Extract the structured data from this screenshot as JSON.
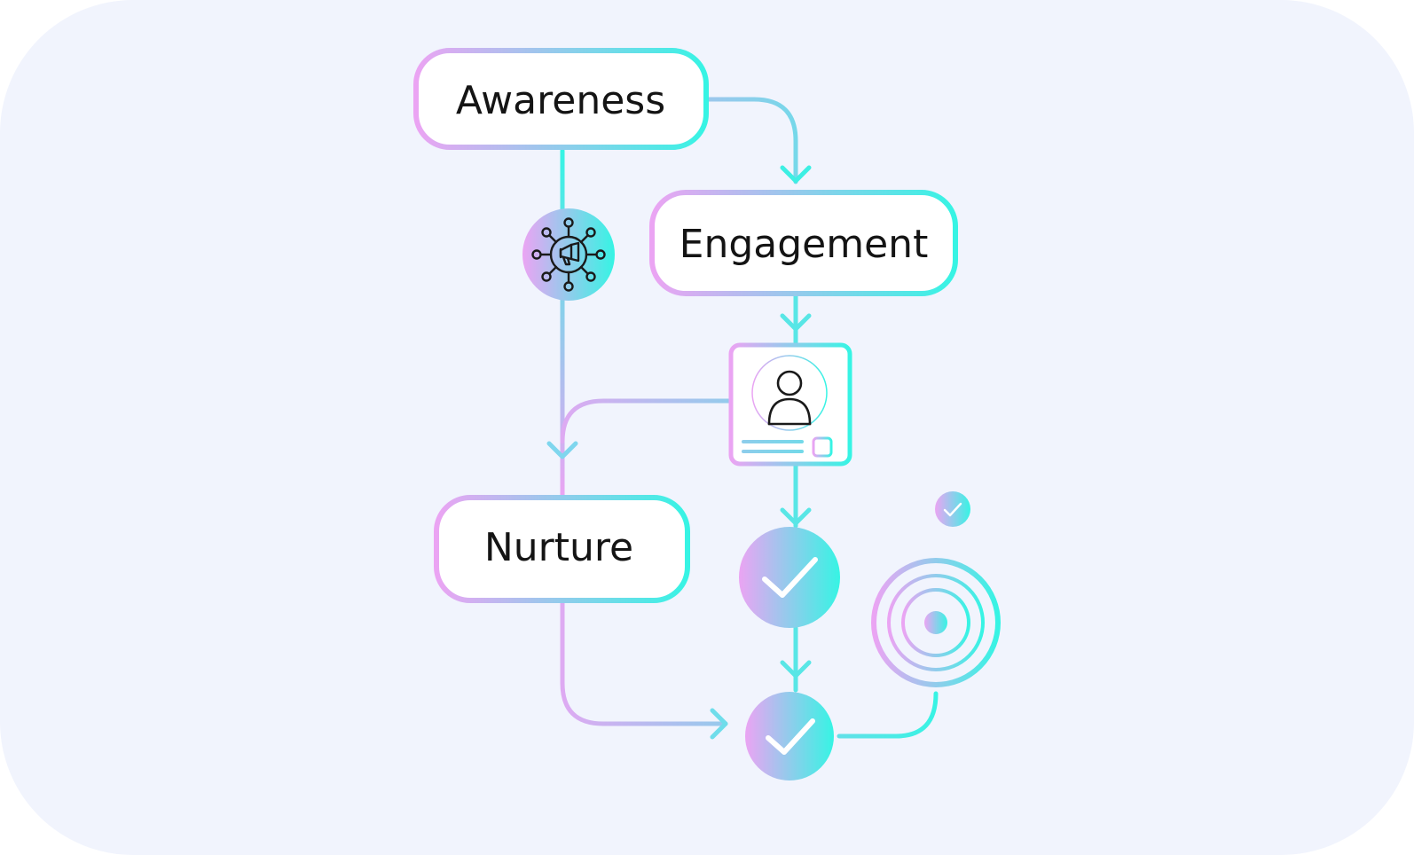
{
  "colors": {
    "background": "#F1F4FD",
    "gradient_start": "#EBA4F3",
    "gradient_end": "#36F4E4",
    "node_fill": "#FFFFFF",
    "text": "#141414",
    "icon_stroke": "#1A1A1A"
  },
  "nodes": {
    "awareness": {
      "label": "Awareness"
    },
    "engagement": {
      "label": "Engagement"
    },
    "nurture": {
      "label": "Nurture"
    }
  },
  "icons": {
    "network": "megaphone-network-icon",
    "contact": "contact-card-icon",
    "check": "check-circle-icon",
    "target": "target-icon"
  }
}
